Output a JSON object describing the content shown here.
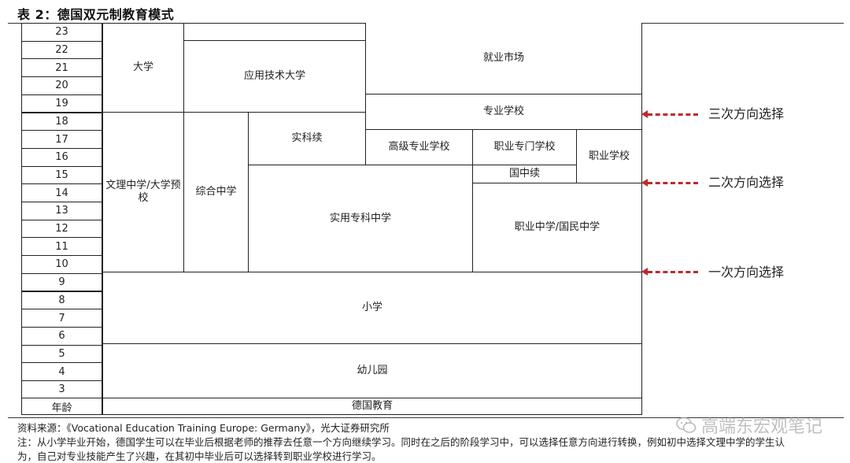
{
  "title": "表 2：德国双元制教育模式",
  "ages": [
    "23",
    "22",
    "21",
    "20",
    "19",
    "18",
    "17",
    "16",
    "15",
    "14",
    "13",
    "12",
    "11",
    "10",
    "9",
    "8",
    "7",
    "6",
    "5",
    "4",
    "3"
  ],
  "footer_left": "年龄",
  "footer_right": "德国教育",
  "cells": {
    "university": "大学",
    "applied_tech_university": "应用技术大学",
    "job_market": "就业市场",
    "specialized_school": "专业学校",
    "science_continuation": "实科续",
    "advanced_specialized_school": "高级专业学校",
    "vocational_specialty_school": "职业专门学校",
    "vocational_school": "职业学校",
    "national_middle_continuation": "国中续",
    "gymnasium_prep": "文理中学/大学预校",
    "comprehensive_middle_school": "综合中学",
    "practical_middle_school": "实用专科中学",
    "vocational_national_middle": "职业中学/国民中学",
    "primary_school": "小学",
    "kindergarten": "幼儿园"
  },
  "choices": [
    "三次方向选择",
    "二次方向选择",
    "一次方向选择"
  ],
  "source": "资料来源：《Vocational Education Training Europe: Germany》，光大证券研究所",
  "note_line1": "注：从小学毕业开始，德国学生可以在毕业后根据老师的推荐去任意一个方向继续学习。同时在之后的阶段学习中，可以选择任意方向进行转换，例如初中选择文理中学的学生认",
  "note_line2": "为，自己对专业技能产生了兴趣，在其初中毕业后可以选择转到职业学校进行学习。",
  "watermark": "高端东宏观笔记",
  "colors": {
    "arrow": "#c0282d",
    "border": "#222222",
    "text": "#222222"
  }
}
